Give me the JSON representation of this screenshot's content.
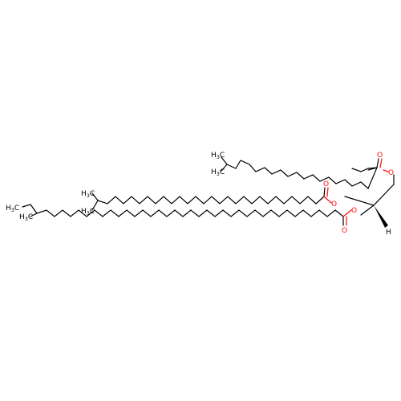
{
  "molecule": {
    "atoms": {
      "methyl_chain1_a": "H",
      "methyl_chain1_a_sub": "3",
      "methyl_chain1_a_c": "C",
      "methyl_chain1_b": "H",
      "methyl_chain1_b_sub": "3",
      "methyl_chain1_b_c": "C",
      "methyl_chain2_a": "H",
      "methyl_chain2_a_sub": "3",
      "methyl_chain2_a_c": "C",
      "methyl_chain2_b": "H",
      "methyl_chain2_b_sub": "3",
      "methyl_chain2_b_c": "C",
      "methyl_chain3_a": "H",
      "methyl_chain3_a_sub": "3",
      "methyl_chain3_a_c": "C",
      "methyl_chain3_b": "H",
      "methyl_chain3_b_sub": "3",
      "methyl_chain3_b_c": "C",
      "carbonyl_o_1": "O",
      "ester_o_1": "O",
      "carbonyl_o_2": "O",
      "ester_o_2": "O",
      "carbonyl_o_3": "O",
      "ester_o_3": "O",
      "stereo_h": "H"
    },
    "colors": {
      "carbon": "#000000",
      "oxygen": "#ff0d0d",
      "background": "#ffffff"
    }
  }
}
